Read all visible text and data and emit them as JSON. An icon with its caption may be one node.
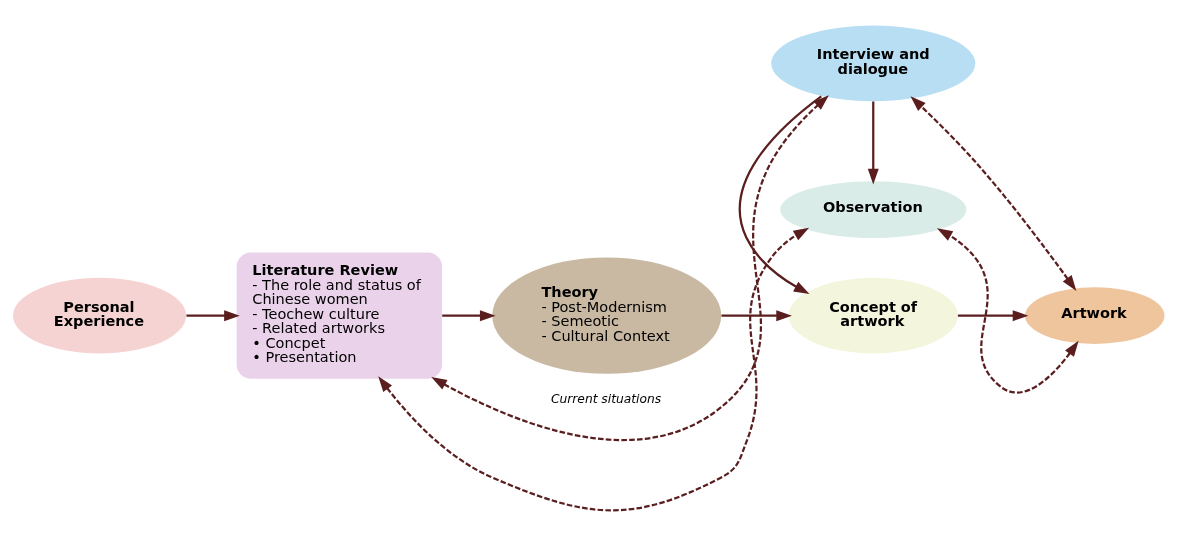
{
  "diagram": {
    "nodes": [
      {
        "text": [
          "Personal Experience"
        ]
      },
      {
        "text": [
          "Literature Review",
          "- The role and status of Chinese women",
          "- Teochew culture",
          "- Related artworks",
          "• Concpet",
          "• Presentation"
        ]
      },
      {
        "text": [
          "Theory",
          "- Post-Modernism",
          "- Semeotic",
          "- Cultural Context"
        ]
      },
      {
        "text": [
          "Concept of artwork"
        ]
      },
      {
        "text": [
          "Artwork"
        ]
      },
      {
        "text": [
          "Interview and dialogue"
        ]
      },
      {
        "text": [
          "Observation"
        ]
      }
    ],
    "edges": [
      {
        "from": 0,
        "to": 1,
        "arrow": "to"
      },
      {
        "from": 1,
        "to": 2,
        "arrow": "to"
      },
      {
        "from": 2,
        "to": 3,
        "arrow": "to"
      },
      {
        "from": 3,
        "to": 4,
        "arrow": "to"
      },
      {
        "from": 5,
        "to": 3,
        "arrow": "to"
      },
      {
        "from": 5,
        "to": 6,
        "arrow": "to"
      },
      {
        "from": 1,
        "to": 5,
        "arrow": "both",
        "style": "dashed",
        "label": "Current situations"
      },
      {
        "from": 1,
        "to": 6,
        "arrow": "both",
        "style": "dashed"
      },
      {
        "from": 4,
        "to": 5,
        "arrow": "both",
        "style": "dashed"
      },
      {
        "from": 4,
        "to": 6,
        "arrow": "both",
        "style": "dashed"
      }
    ]
  }
}
